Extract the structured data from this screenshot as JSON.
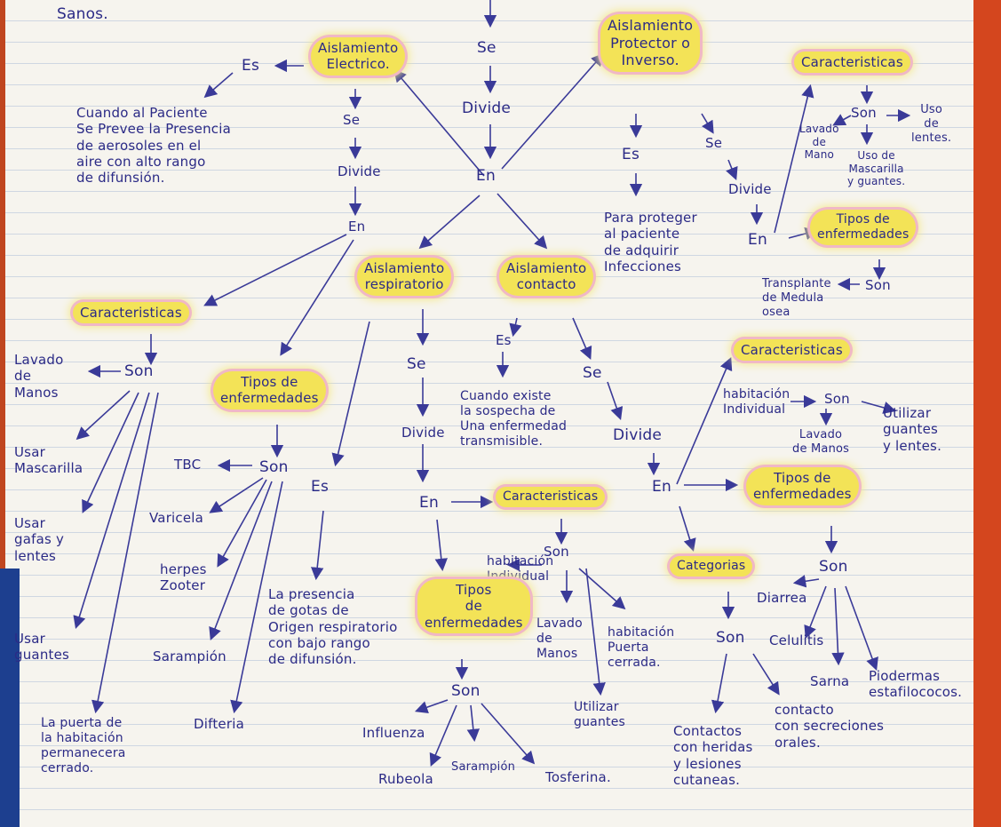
{
  "colors": {
    "ink": "#2b2a86",
    "highlight": "#f3e357",
    "highlight_border": "#f0b8c6",
    "paper": "#f6f4ee",
    "background": "#c0461f"
  },
  "nodes": {
    "top_left": "Sanos.",
    "ais_electrico": "Aislamiento\nElectrico.",
    "es1": "Es",
    "elec_def": "Cuando al Paciente\nSe Prevee la Presencia\nde aerosoles en el\naire con alto rango\nde difunsión.",
    "se_elec": "Se",
    "divide_elec": "Divide",
    "en_elec": "En",
    "se_top": "Se",
    "divide_top": "Divide",
    "en_center": "En",
    "ais_protector": "Aislamiento\nProtector o\nInverso.",
    "es_prot": "Es",
    "se_prot": "Se",
    "prot_def": "Para proteger\nal paciente\nde adquirir\nInfecciones",
    "divide_prot": "Divide",
    "car_prot": "Caracteristicas",
    "son_car_prot": "Son",
    "lavado_prot": "Lavado\nde\nMano",
    "usode_prot": "Uso de\nMascarilla\ny guantes.",
    "uso_lentes": "Uso\nde\nlentes.",
    "en_prot": "En",
    "tipos_prot": "Tipos de\nenfermedades",
    "son_tipos_prot": "Son",
    "transplante": "Transplante\nde Medula\nosea",
    "car_elec": "Caracteristicas",
    "son_car_elec": "Son",
    "lavado_elec": "Lavado\nde\nManos",
    "usar_masc": "Usar\nMascarilla",
    "usar_gafas": "Usar\ngafas y\nlentes",
    "usar_guantes": "Usar\nguantes",
    "puerta": "La puerta de\nla habitación\npermanecera\ncerrado.",
    "tipos_elec": "Tipos de\nenfermedades",
    "son_tipos_elec": "Son",
    "tbc": "TBC",
    "varicela": "Varicela",
    "herpes": "herpes\nZooter",
    "sarampion_elec": "Sarampión",
    "difteria": "Difteria",
    "ais_resp": "Aislamiento\nrespiratorio",
    "es_resp": "Es",
    "resp_def": "La presencia\nde gotas de\nOrigen respiratorio\ncon bajo rango\nde difunsión.",
    "se_resp": "Se",
    "divide_resp": "Divide",
    "en_resp": "En",
    "car_resp": "Caracteristicas",
    "son_car_resp": "Son",
    "hab_ind_resp": "habitación\nIndividual",
    "lavado_resp": "Lavado\nde\nManos",
    "hab_puerta": "habitación\nPuerta\ncerrada.",
    "utilizar_guantes_resp": "Utilizar\nguantes",
    "tipos_resp": "Tipos\nde\nenfermedades",
    "son_tipos_resp": "Son",
    "influenza": "Influenza",
    "rubeola": "Rubeola",
    "sarampion_resp": "Sarampión",
    "tosferina": "Tosferina.",
    "ais_contacto": "Aislamiento\ncontacto",
    "es_cont": "Es",
    "cont_def": "Cuando existe\nla sospecha de\nUna enfermedad\ntransmisible.",
    "se_cont": "Se",
    "divide_cont": "Divide",
    "en_cont": "En",
    "car_cont": "Caracteristicas",
    "son_car_cont": "Son",
    "hab_ind_cont": "habitación\nIndividual",
    "lavado_cont": "Lavado\nde Manos",
    "utilizar_cont": "Utilizar\nguantes\ny lentes.",
    "tipos_cont": "Tipos de\nenfermedades",
    "son_tipos_cont": "Son",
    "diarrea": "Diarrea",
    "celulitis": "Celulitis",
    "sarna": "Sarna",
    "piodermas": "Piodermas\nestafilococos.",
    "categorias": "Categorias",
    "son_cat": "Son",
    "contactos": "Contactos\ncon heridas\ny lesiones\ncutaneas.",
    "contacto_sec": "contacto\ncon secreciones\norales."
  }
}
